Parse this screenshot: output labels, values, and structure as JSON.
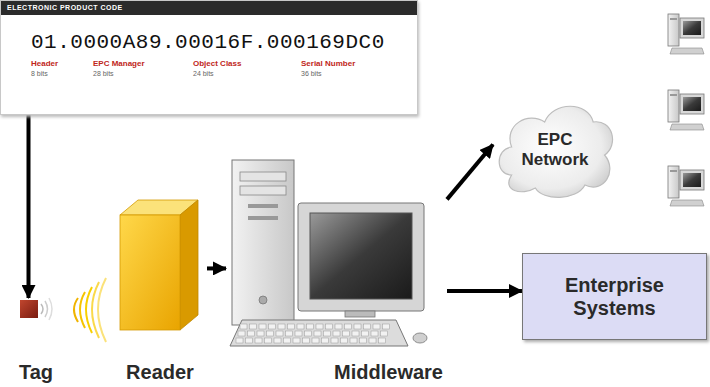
{
  "diagram": {
    "nodes": [
      {
        "text": [
          "ELECTRONIC PRODUCT CODE",
          "01.0000A89.00016F.000169DC0",
          "Header",
          "8 bits",
          "EPC Manager",
          "28 bits",
          "Object Class",
          "24 bits",
          "Serial Number",
          "36 bits"
        ]
      },
      {
        "text": [
          "Tag"
        ]
      },
      {
        "text": [
          "Reader"
        ]
      },
      {
        "text": [
          "Middleware"
        ]
      },
      {
        "text": [
          "EPC Network"
        ]
      },
      {
        "text": [
          "Enterprise Systems"
        ]
      }
    ],
    "edges": [
      {
        "from": 0,
        "to": 1,
        "arrow": "to"
      },
      {
        "from": 2,
        "to": 3,
        "arrow": "to"
      },
      {
        "from": 3,
        "to": 4,
        "arrow": "to"
      },
      {
        "from": 3,
        "to": 5,
        "arrow": "to"
      }
    ]
  }
}
